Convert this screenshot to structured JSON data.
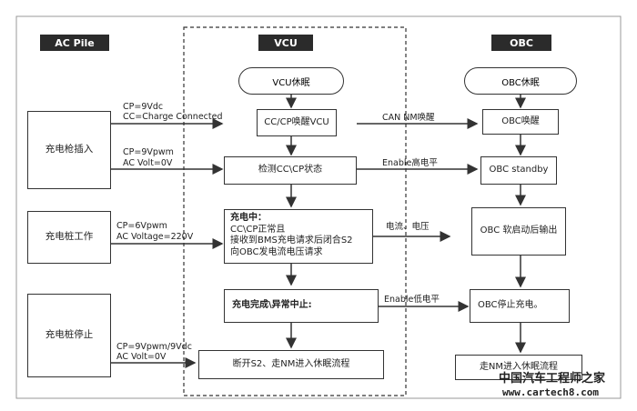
{
  "headers": {
    "ac_pile": "AC Pile",
    "vcu": "VCU",
    "obc": "OBC"
  },
  "left": {
    "plug_in": "充电枪插入",
    "working": "充电桩工作",
    "stop": "充电桩停止"
  },
  "vcu": {
    "sleep": "VCU休眠",
    "wake": "CC/CP唤醒VCU",
    "detect": "检测CC\\CP状态",
    "charging_title": "充电中：",
    "charging_l1": "CC\\CP正常且",
    "charging_l2": "接收到BMS充电请求后闭合S2",
    "charging_l3": "向OBC发电流电压请求",
    "done": "充电完成\\异常中止:",
    "off": "断开S2、走NM进入休眠流程"
  },
  "obc": {
    "sleep": "OBC休眠",
    "wake": "OBC唤醒",
    "standby": "OBC standby",
    "soft_start": "OBC 软启动后输出",
    "stop_charge": "OBC停止充电。",
    "nm_sleep": "走NM进入休眠流程"
  },
  "signals": {
    "cp9vdc": "CP=9Vdc",
    "cc_connected": "CC=Charge Connected",
    "cp9vpwm": "CP=9Vpwm",
    "acvolt0_a": "AC Volt=0V",
    "cp6vpwm": "CP=6Vpwm",
    "acvolt220": "AC Voltage=220V",
    "cp9vpwm_vdc": "CP=9Vpwm/9Vdc",
    "acvolt0_b": "AC Volt=0V",
    "can_nm": "CAN NM唤醒",
    "enable_high": "Enable高电平",
    "current_voltage": "电流、电压",
    "enable_low": "Enable低电平"
  },
  "watermark": {
    "line1": "中国汽车工程师之家",
    "line2": "www.cartech8.com"
  }
}
